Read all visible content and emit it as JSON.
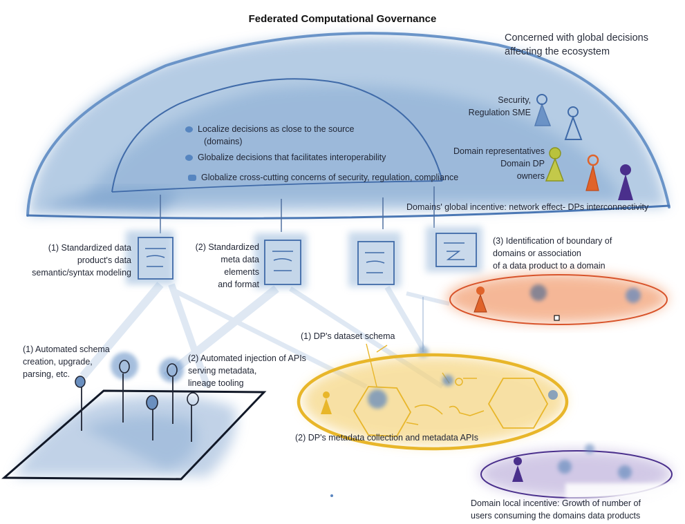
{
  "title": "Federated Computational Governance",
  "global_note": {
    "line1": "Concerned with global decisions",
    "line2": "affecting the ecosystem"
  },
  "principles": [
    {
      "line1": "Localize decisions as close to the source",
      "line2": "(domains)"
    },
    {
      "line1": "Globalize decisions that facilitates interoperability"
    },
    {
      "line1": "Globalize cross-cutting concerns of security, regulation, compliance"
    }
  ],
  "roles": {
    "security_line1": "Security,",
    "security_line2": "Regulation SME",
    "domain_line1": "Domain representatives",
    "domain_line2": "Domain DP",
    "domain_line3": "owners"
  },
  "global_incentive": "Domains' global incentive: network effect- DPs interconnectivity",
  "policies": {
    "p1": [
      "(1) Standardized data",
      "product's data",
      "semantic/syntax modeling"
    ],
    "p2": [
      "(2) Standardized",
      "meta data",
      "elements",
      "and format"
    ],
    "p3": [
      "(3) Identification of boundary  of",
      "domains or association",
      "of a  data product to a domain"
    ]
  },
  "platform": {
    "automation1": [
      "(1) Automated schema",
      "creation, upgrade,",
      "parsing, etc."
    ],
    "automation2": [
      "(2) Automated injection of APIs",
      "serving metadata,",
      "lineage tooling"
    ]
  },
  "data_product": {
    "schema_label": "(1) DP's dataset schema",
    "metadata_label": "(2) DP's metadata collection and metadata APIs"
  },
  "local_incentive": {
    "line1": "Domain  local  incentive:  Growth of  number of",
    "line2": "users consuming the domains data products"
  },
  "colors": {
    "dome_stroke": "#6a94c8",
    "wash_blue": "#8fb0d6",
    "orange": "#e0632a",
    "yellow": "#e8b62a",
    "purple": "#4a2f8c",
    "green": "#a8b62e",
    "ink": "#1f2433"
  },
  "icons": [
    "person-icon",
    "document-icon",
    "pin-icon",
    "hexagon-icon"
  ]
}
